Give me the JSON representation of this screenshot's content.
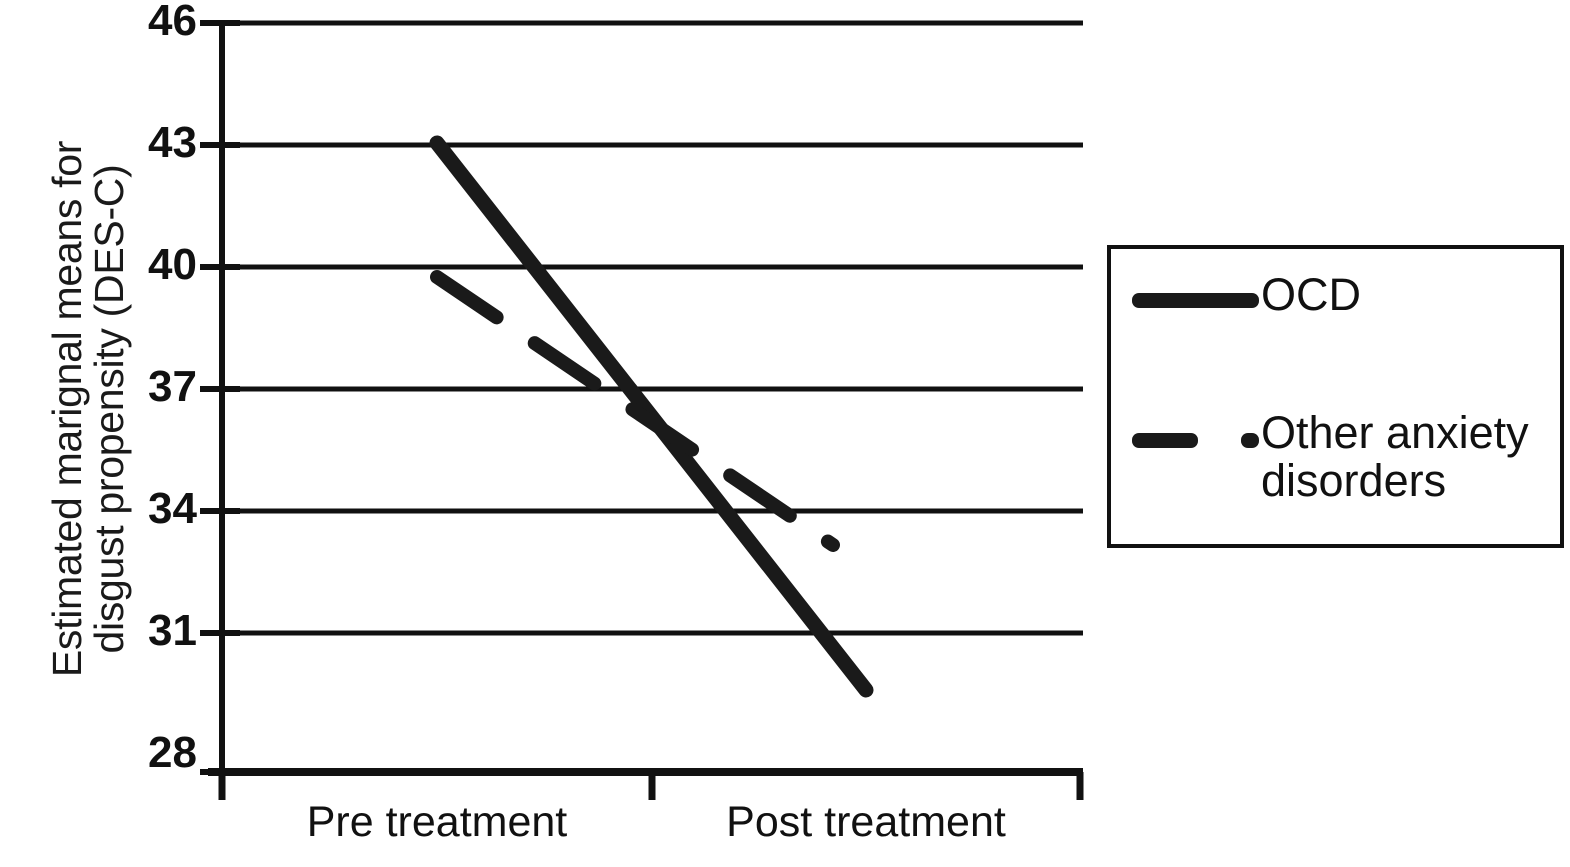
{
  "chart_data": {
    "type": "line",
    "title": "",
    "xlabel": "",
    "ylabel": "Estimated marignal means for disgust propensity (DES-C)",
    "ylabel_lines": [
      "Estimated marignal means for",
      "disgust propensity (DES-C)"
    ],
    "categories": [
      "Pre treatment",
      "Post treatment"
    ],
    "ylim": [
      28,
      46
    ],
    "yticks": [
      46,
      43,
      40,
      37,
      34,
      31,
      28
    ],
    "ytick_labels": [
      "46",
      "43",
      "40",
      "37",
      "34",
      "31",
      "28"
    ],
    "grid": true,
    "grid_orientation": "horizontal",
    "legend_position": "right-outside",
    "series": [
      {
        "name": "OCD",
        "values": [
          43.0,
          29.9
        ],
        "style": "solid",
        "color": "#1a1a1a",
        "linewidth": 14
      },
      {
        "name": "Other anxiety disorders",
        "values": [
          39.75,
          33.6
        ],
        "style": "dashed",
        "color": "#1a1a1a",
        "linewidth": 13
      }
    ]
  },
  "axis": {
    "y_title_line1": "Estimated marignal means for",
    "y_title_line2": "disgust propensity (DES-C)",
    "y_ticks": [
      "46",
      "43",
      "40",
      "37",
      "34",
      "31",
      "28"
    ],
    "x_ticks": [
      "Pre treatment",
      "Post treatment"
    ]
  },
  "legend": {
    "items": [
      {
        "label": "OCD",
        "style": "solid"
      },
      {
        "label": "Other anxiety\ndisorders",
        "style": "dashed"
      }
    ]
  },
  "colors": {
    "line": "#1a1a1a",
    "axis": "#111111",
    "grid": "#111111",
    "background": "#ffffff"
  }
}
